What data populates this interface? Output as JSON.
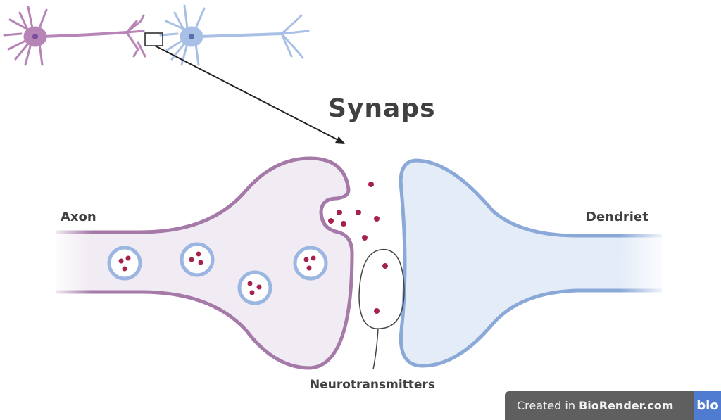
{
  "title": "Synaps",
  "labels": {
    "axon": "Axon",
    "dendrite": "Dendriet",
    "neurotransmitters": "Neurotransmitters"
  },
  "colors": {
    "presynaptic_fill": "#f1ebf3",
    "presynaptic_stroke": "#a57aa9",
    "postsynaptic_fill": "#e4ecf8",
    "postsynaptic_stroke": "#8aa8d8",
    "neurotransmitter": "#a5234a",
    "neuron_left": "#b784b8",
    "neuron_right": "#a9c0e6"
  },
  "watermark": {
    "prefix": "Created in ",
    "brand": "BioRender.com",
    "logo": "bio"
  }
}
